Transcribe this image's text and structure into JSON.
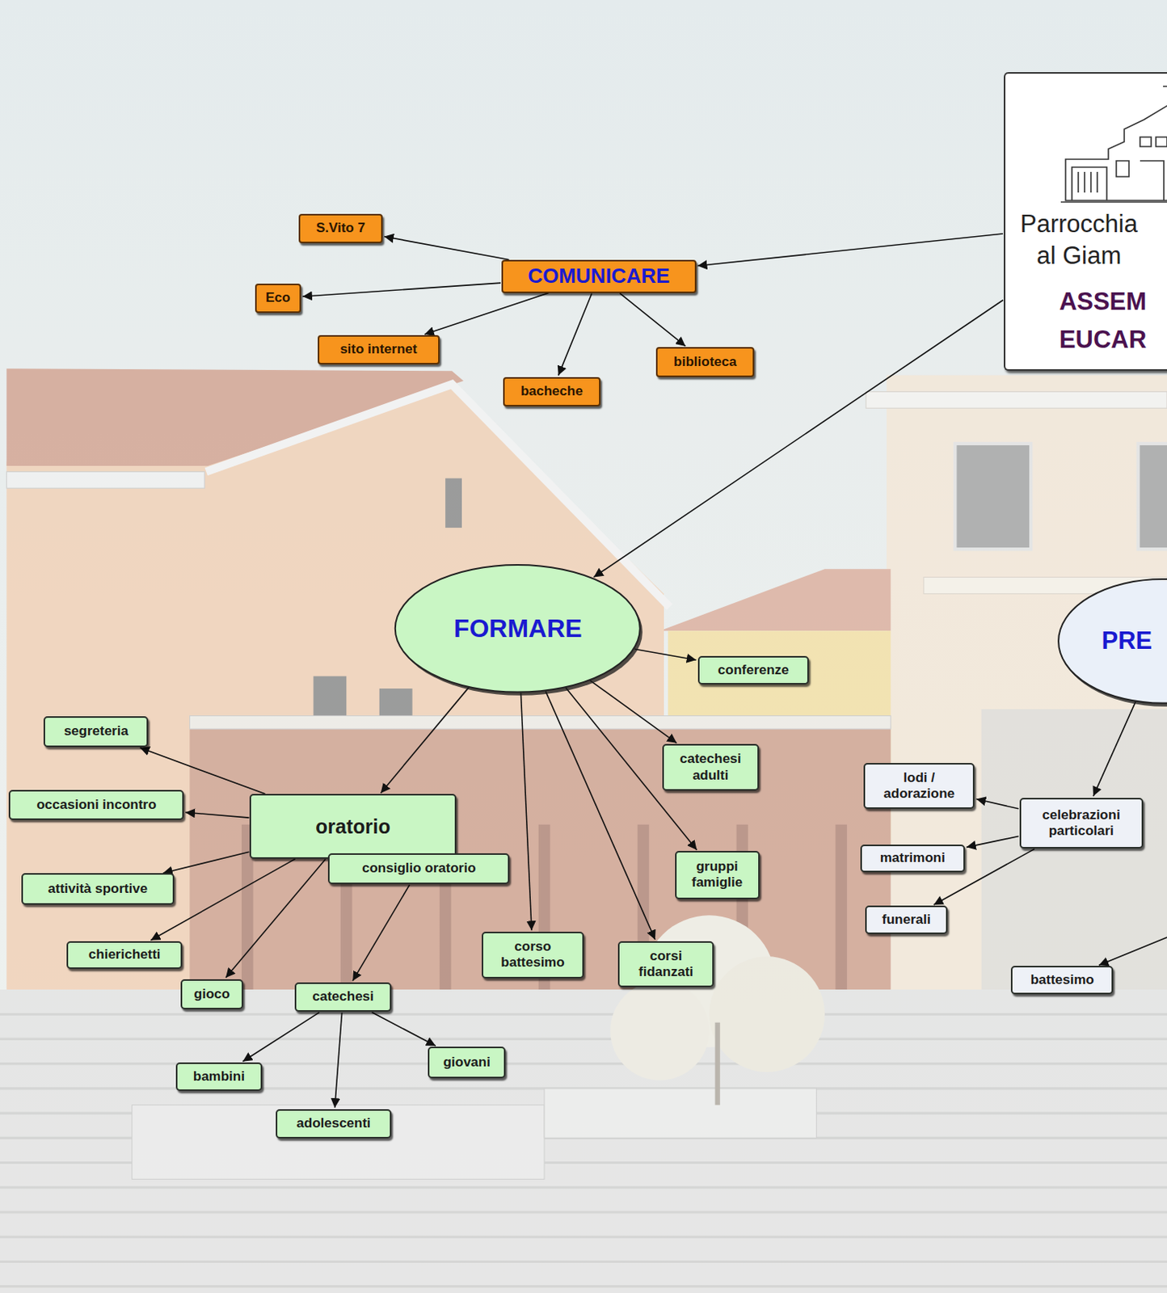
{
  "diagram": {
    "nodes": [
      {
        "text": [
          "Parrocchia al Giam",
          "ASSEM EUCAR"
        ]
      },
      {
        "text": [
          "COMUNICARE"
        ]
      },
      {
        "text": [
          "S.Vito 7"
        ]
      },
      {
        "text": [
          "Eco"
        ]
      },
      {
        "text": [
          "sito internet"
        ]
      },
      {
        "text": [
          "bacheche"
        ]
      },
      {
        "text": [
          "biblioteca"
        ]
      },
      {
        "text": [
          "FORMARE"
        ]
      },
      {
        "text": [
          "PRE"
        ]
      },
      {
        "text": [
          "conferenze"
        ]
      },
      {
        "text": [
          "segreteria"
        ]
      },
      {
        "text": [
          "catechesi adulti"
        ]
      },
      {
        "text": [
          "lodi / adorazione"
        ]
      },
      {
        "text": [
          "celebrazioni particolari"
        ]
      },
      {
        "text": [
          "occasioni incontro"
        ]
      },
      {
        "text": [
          "oratorio"
        ]
      },
      {
        "text": [
          "consiglio oratorio"
        ]
      },
      {
        "text": [
          "matrimoni"
        ]
      },
      {
        "text": [
          "gruppi famiglie"
        ]
      },
      {
        "text": [
          "attività sportive"
        ]
      },
      {
        "text": [
          "funerali"
        ]
      },
      {
        "text": [
          "chierichetti"
        ]
      },
      {
        "text": [
          "corso battesimo"
        ]
      },
      {
        "text": [
          "corsi fidanzati"
        ]
      },
      {
        "text": [
          "gioco"
        ]
      },
      {
        "text": [
          "catechesi"
        ]
      },
      {
        "text": [
          "battesimo"
        ]
      },
      {
        "text": [
          "giovani"
        ]
      },
      {
        "text": [
          "bambini"
        ]
      },
      {
        "text": [
          "adolescenti"
        ]
      }
    ],
    "edges": [
      {
        "from": 0,
        "to": 1,
        "arrow": "to"
      },
      {
        "from": 0,
        "to": 7,
        "arrow": "to"
      },
      {
        "from": 1,
        "to": 2,
        "arrow": "to"
      },
      {
        "from": 1,
        "to": 3,
        "arrow": "to"
      },
      {
        "from": 1,
        "to": 4,
        "arrow": "to"
      },
      {
        "from": 1,
        "to": 5,
        "arrow": "to"
      },
      {
        "from": 1,
        "to": 6,
        "arrow": "to"
      },
      {
        "from": 7,
        "to": 9,
        "arrow": "to"
      },
      {
        "from": 7,
        "to": 11,
        "arrow": "to"
      },
      {
        "from": 7,
        "to": 18,
        "arrow": "to"
      },
      {
        "from": 7,
        "to": 23,
        "arrow": "to"
      },
      {
        "from": 7,
        "to": 22,
        "arrow": "to"
      },
      {
        "from": 7,
        "to": 15,
        "arrow": "to"
      },
      {
        "from": 15,
        "to": 10,
        "arrow": "to"
      },
      {
        "from": 15,
        "to": 14,
        "arrow": "to"
      },
      {
        "from": 15,
        "to": 19,
        "arrow": "to"
      },
      {
        "from": 15,
        "to": 21,
        "arrow": "to"
      },
      {
        "from": 15,
        "to": 24,
        "arrow": "to"
      },
      {
        "from": 16,
        "to": 25,
        "arrow": "to"
      },
      {
        "from": 25,
        "to": 28,
        "arrow": "to"
      },
      {
        "from": 25,
        "to": 29,
        "arrow": "to"
      },
      {
        "from": 25,
        "to": 27,
        "arrow": "to"
      },
      {
        "from": 8,
        "to": 13,
        "arrow": "to"
      },
      {
        "from": 13,
        "to": 12,
        "arrow": "to"
      },
      {
        "from": 13,
        "to": 17,
        "arrow": "to"
      },
      {
        "from": 13,
        "to": 20,
        "arrow": "to"
      },
      {
        "from": 8,
        "to": 26,
        "arrow": "to"
      }
    ]
  }
}
